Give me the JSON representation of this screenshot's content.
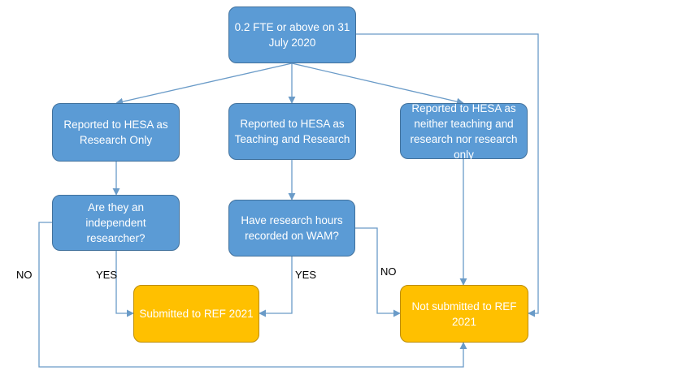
{
  "nodes": {
    "fte": "0.2 FTE or above on 31 July 2020",
    "research_only": "Reported to HESA as Research Only",
    "teaching_research": "Reported to HESA as Teaching and Research",
    "neither": "Reported to HESA as neither teaching and research nor research only",
    "independent": "Are they an independent researcher?",
    "wam": "Have research hours recorded on WAM?",
    "submitted": "Submitted to REF 2021",
    "not_submitted": "Not submitted to REF 2021"
  },
  "edge_labels": {
    "independent_no": "NO",
    "independent_yes": "YES",
    "wam_yes": "YES",
    "wam_no": "NO"
  },
  "colors": {
    "decision_fill": "#5b9bd5",
    "decision_border": "#41719c",
    "outcome_fill": "#ffc000",
    "outcome_border": "#bc8c00",
    "connector": "#6a9bc8"
  }
}
